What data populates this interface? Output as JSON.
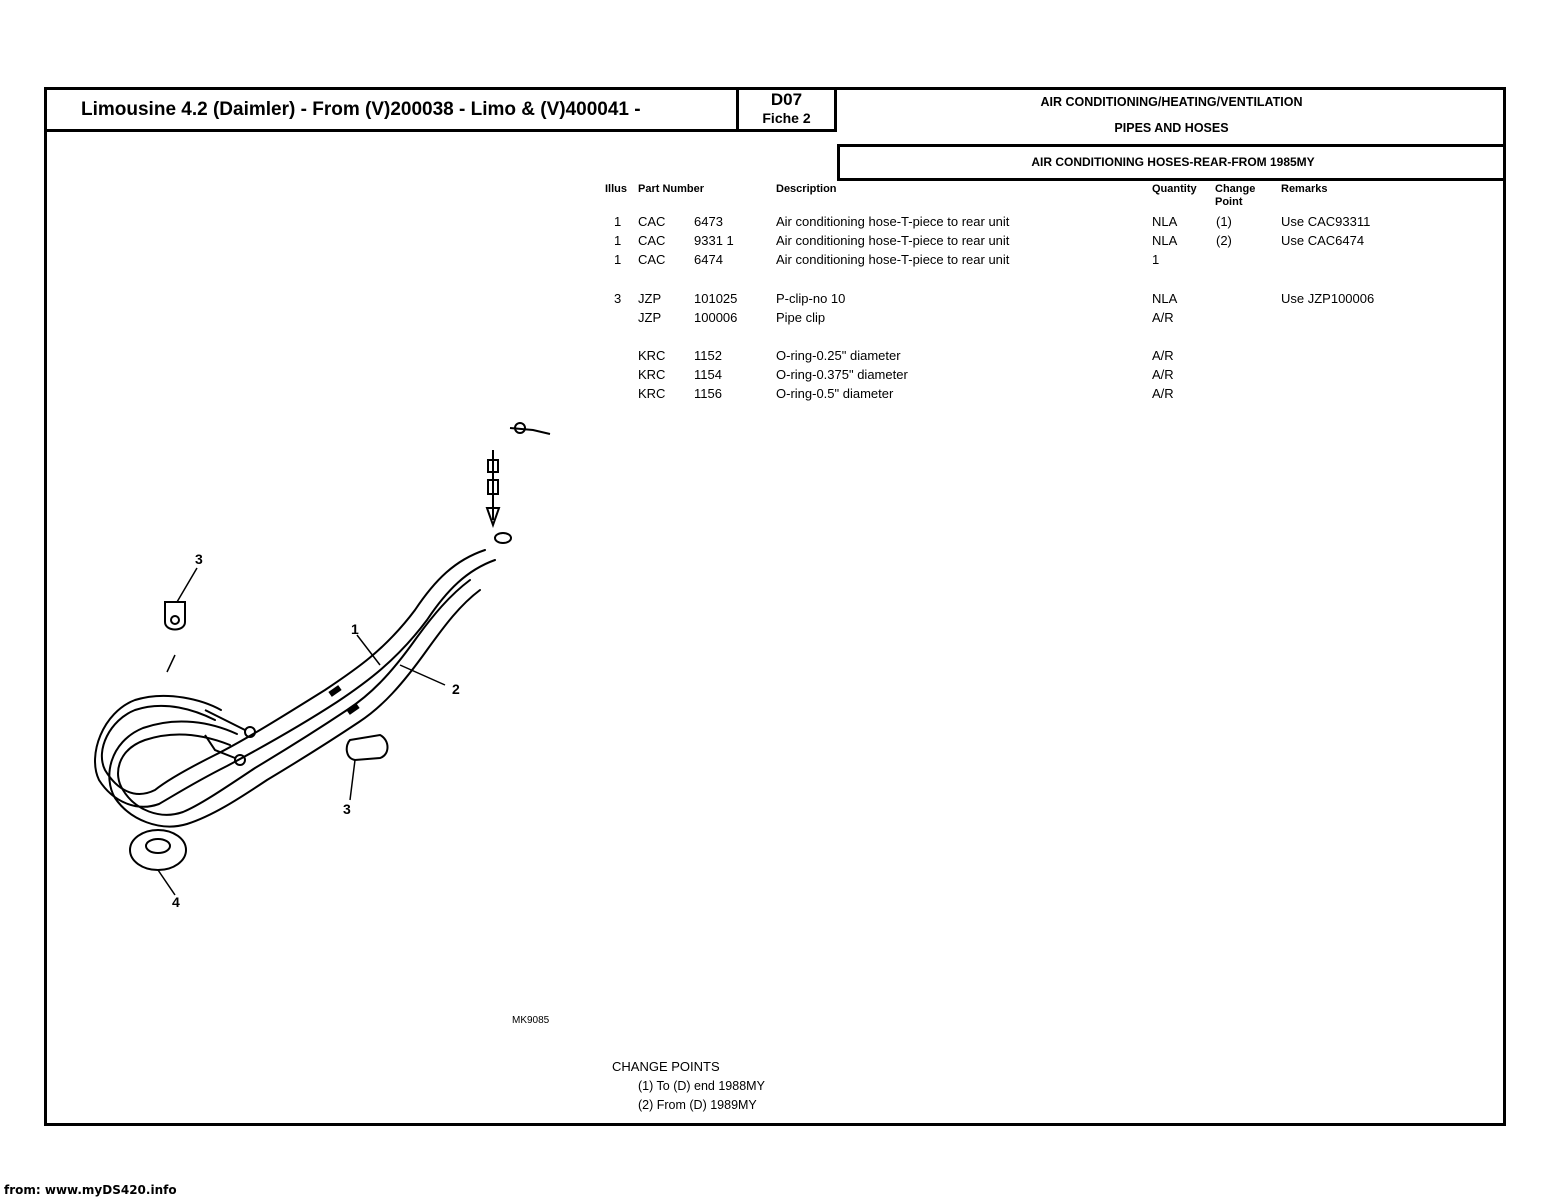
{
  "header": {
    "title": "Limousine 4.2 (Daimler) - From (V)200038 - Limo & (V)400041 -",
    "code": "D07",
    "fiche": "Fiche 2",
    "section": "AIR CONDITIONING/HEATING/VENTILATION",
    "subsection": "PIPES AND HOSES",
    "group": "AIR CONDITIONING HOSES-REAR-FROM 1985MY"
  },
  "table": {
    "columns": {
      "illus": "Illus",
      "part_number": "Part Number",
      "description": "Description",
      "quantity": "Quantity",
      "change_point_1": "Change",
      "change_point_2": "Point",
      "remarks": "Remarks"
    },
    "rows": [
      {
        "illus": "1",
        "prefix": "CAC",
        "number": "6473",
        "description": "Air conditioning hose-T-piece to rear unit",
        "quantity": "NLA",
        "change_point": "(1)",
        "remarks": "Use CAC93311"
      },
      {
        "illus": "1",
        "prefix": "CAC",
        "number": "9331 1",
        "description": "Air conditioning hose-T-piece to rear unit",
        "quantity": "NLA",
        "change_point": "(2)",
        "remarks": "Use CAC6474"
      },
      {
        "illus": "1",
        "prefix": "CAC",
        "number": "6474",
        "description": "Air conditioning hose-T-piece to rear unit",
        "quantity": "1",
        "change_point": "",
        "remarks": ""
      },
      {
        "illus": "3",
        "prefix": "JZP",
        "number": "101025",
        "description": "P-clip-no 10",
        "quantity": "NLA",
        "change_point": "",
        "remarks": "Use JZP100006"
      },
      {
        "illus": "",
        "prefix": "JZP",
        "number": "100006",
        "description": "Pipe clip",
        "quantity": "A/R",
        "change_point": "",
        "remarks": ""
      },
      {
        "illus": "",
        "prefix": "KRC",
        "number": "1152",
        "description": "O-ring-0.25\" diameter",
        "quantity": "A/R",
        "change_point": "",
        "remarks": ""
      },
      {
        "illus": "",
        "prefix": "KRC",
        "number": "1154",
        "description": "O-ring-0.375\" diameter",
        "quantity": "A/R",
        "change_point": "",
        "remarks": ""
      },
      {
        "illus": "",
        "prefix": "KRC",
        "number": "1156",
        "description": "O-ring-0.5\" diameter",
        "quantity": "A/R",
        "change_point": "",
        "remarks": ""
      }
    ]
  },
  "diagram": {
    "callouts": [
      "3",
      "1",
      "2",
      "3",
      "4"
    ],
    "ref": "MK9085"
  },
  "change_points": {
    "title": "CHANGE POINTS",
    "items": [
      "(1) To (D) end 1988MY",
      "(2) From (D) 1989MY"
    ]
  },
  "footer": "from: www.myDS420.info"
}
